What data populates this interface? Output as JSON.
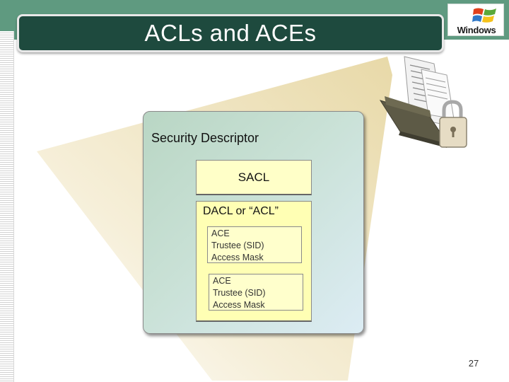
{
  "slide": {
    "title": "ACLs and ACEs",
    "page_number": "27"
  },
  "logo": {
    "text": "Windows",
    "icon": "windows-flag-icon"
  },
  "diagram": {
    "security_descriptor": {
      "label": "Security Descriptor",
      "sacl": {
        "label": "SACL"
      },
      "dacl": {
        "label": "DACL or “ACL”",
        "aces": [
          {
            "title": "ACE",
            "trustee": "Trustee (SID)",
            "mask": "Access Mask"
          },
          {
            "title": "ACE",
            "trustee": "Trustee (SID)",
            "mask": "Access Mask"
          }
        ]
      }
    },
    "illustration": "locked-folder-icon"
  },
  "colors": {
    "banner": "#5f9a80",
    "title_box": "#1e4a3e",
    "wedge": "#f0e6c6",
    "sacl_fill": "#ffffc8",
    "dacl_fill": "#ffffb4"
  }
}
